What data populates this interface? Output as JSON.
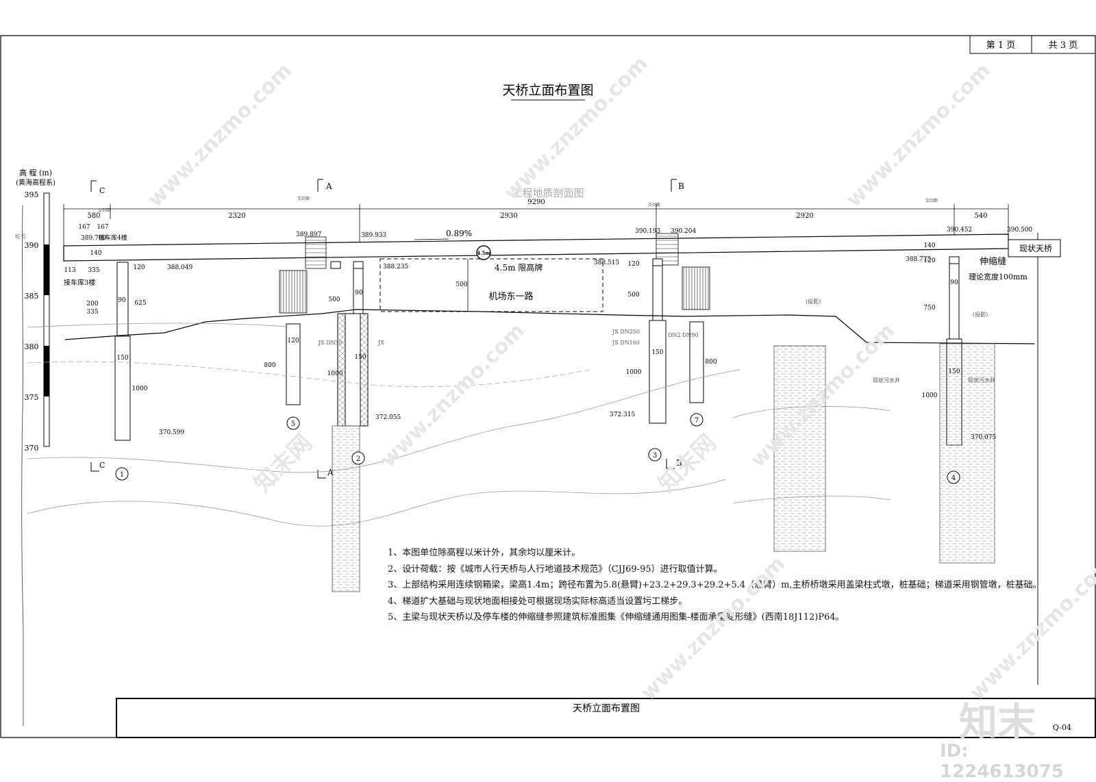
{
  "page_info": {
    "page_label": "第 1 页",
    "total_label": "共 3 页"
  },
  "drawing": {
    "title": "天桥立面布置图",
    "section_label": "工程地质剖面图",
    "elevation_axis": {
      "title": "高 程 (m)",
      "subtitle": "(黄海高程系)",
      "ticks": [
        "395",
        "390",
        "385",
        "380",
        "375",
        "370"
      ]
    },
    "section_marks": {
      "a": "A",
      "b": "B",
      "c": "C"
    },
    "dimensions": {
      "total": "9290",
      "spans": [
        "580",
        "2320",
        "2930",
        "2920",
        "540"
      ],
      "small": [
        "167",
        "167",
        "113",
        "335",
        "200",
        "335",
        "140",
        "120",
        "625",
        "90",
        "150",
        "1000",
        "800",
        "500",
        "1000",
        "120",
        "90",
        "150",
        "500",
        "500",
        "1000",
        "150",
        "120",
        "800",
        "140",
        "750",
        "90",
        "150",
        "1000",
        "120"
      ]
    },
    "elevations": [
      "389.700",
      "388.049",
      "370.599",
      "389.897",
      "389.933",
      "388.235",
      "372.055",
      "390.193",
      "390.204",
      "388.515",
      "372.315",
      "390.452",
      "390.500",
      "388.775",
      "370.075"
    ],
    "labels": {
      "connect_4f": "接车库4楼",
      "connect_3f": "接车库3楼",
      "slope": "0.89%",
      "height_limit_sign": "4.5m",
      "height_limit": "4.5m 限高牌",
      "road": "机场东一路",
      "existing_bridge": "现状天桥",
      "expansion_joint": "伸缩缝",
      "joint_width": "理论宽度100mm",
      "projection_1": "(投影)",
      "projection_2": "(投影)",
      "pipe_1": "JS DN250",
      "pipe_2": "JS DN160",
      "pipe_3": "JS DN50",
      "pipe_4": "DN2 DN90",
      "pipe_5": "JX",
      "sewer_1": "现状污水井",
      "sewer_2": "现状污水井",
      "cross_1": "交剑面",
      "cross_2": "交剑面",
      "cross_3": "交剑面",
      "cross_4": "交剑面",
      "left_mark": "桩号"
    },
    "pier_numbers": [
      "1",
      "2",
      "3",
      "4",
      "5",
      "7"
    ]
  },
  "notes": [
    "1、本图单位除高程以米计外，其余均以厘米计。",
    "2、设计荷载：按《城市人行天桥与人行地道技术规范》（CJJ69-95）进行取值计算。",
    "3、上部结构采用连续钢箱梁，梁高1.4m；跨径布置为5.8(悬臂)+23.2+29.3+29.2+5.4（悬臂）m,主桥桥墩采用盖梁柱式墩，桩基础；梯道采用钢管墩，桩基础。",
    "4、梯道扩大基础与现状地面相接处可根据现场实际标高适当设置圬工梯步。",
    "5、主梁与现状天桥以及停车楼的伸缩缝参照建筑标准图集《伸缩缝通用图集-楼面承重变形缝》(西南18J112)P64。"
  ],
  "title_block": {
    "title": "天桥立面布置图",
    "code": "Q-04"
  },
  "watermark": {
    "brand": "知末",
    "site": "www.znzmo.com",
    "id": "ID: 1224613075",
    "site_cn": "知末网"
  }
}
